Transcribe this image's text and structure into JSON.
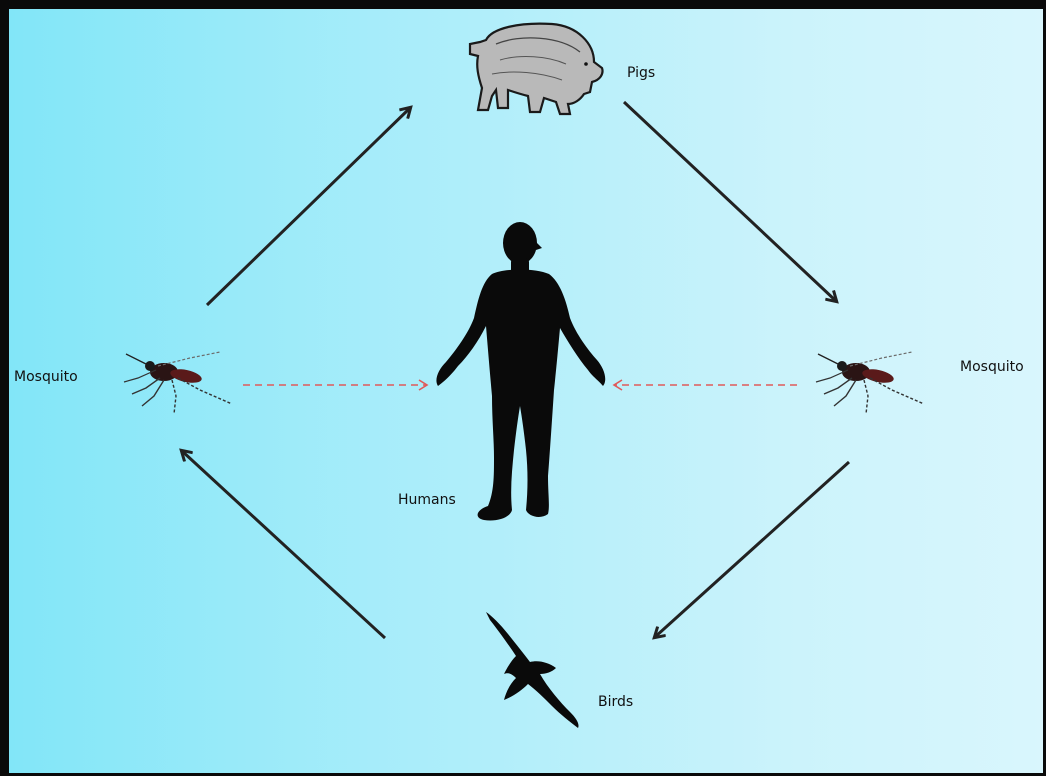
{
  "labels": {
    "pigs": "Pigs",
    "mosquito_left": "Mosquito",
    "mosquito_right": "Mosquito",
    "humans": "Humans",
    "birds": "Birds"
  },
  "icons": [
    "pig-icon",
    "mosquito-icon",
    "human-silhouette-icon",
    "bird-icon"
  ],
  "colors": {
    "background_left": "#82e6f8",
    "background_right": "#d9f6fd",
    "cycle_arrow": "#222222",
    "spillover_arrow": "#e05a5a",
    "silhouette": "#0a0a0a"
  }
}
